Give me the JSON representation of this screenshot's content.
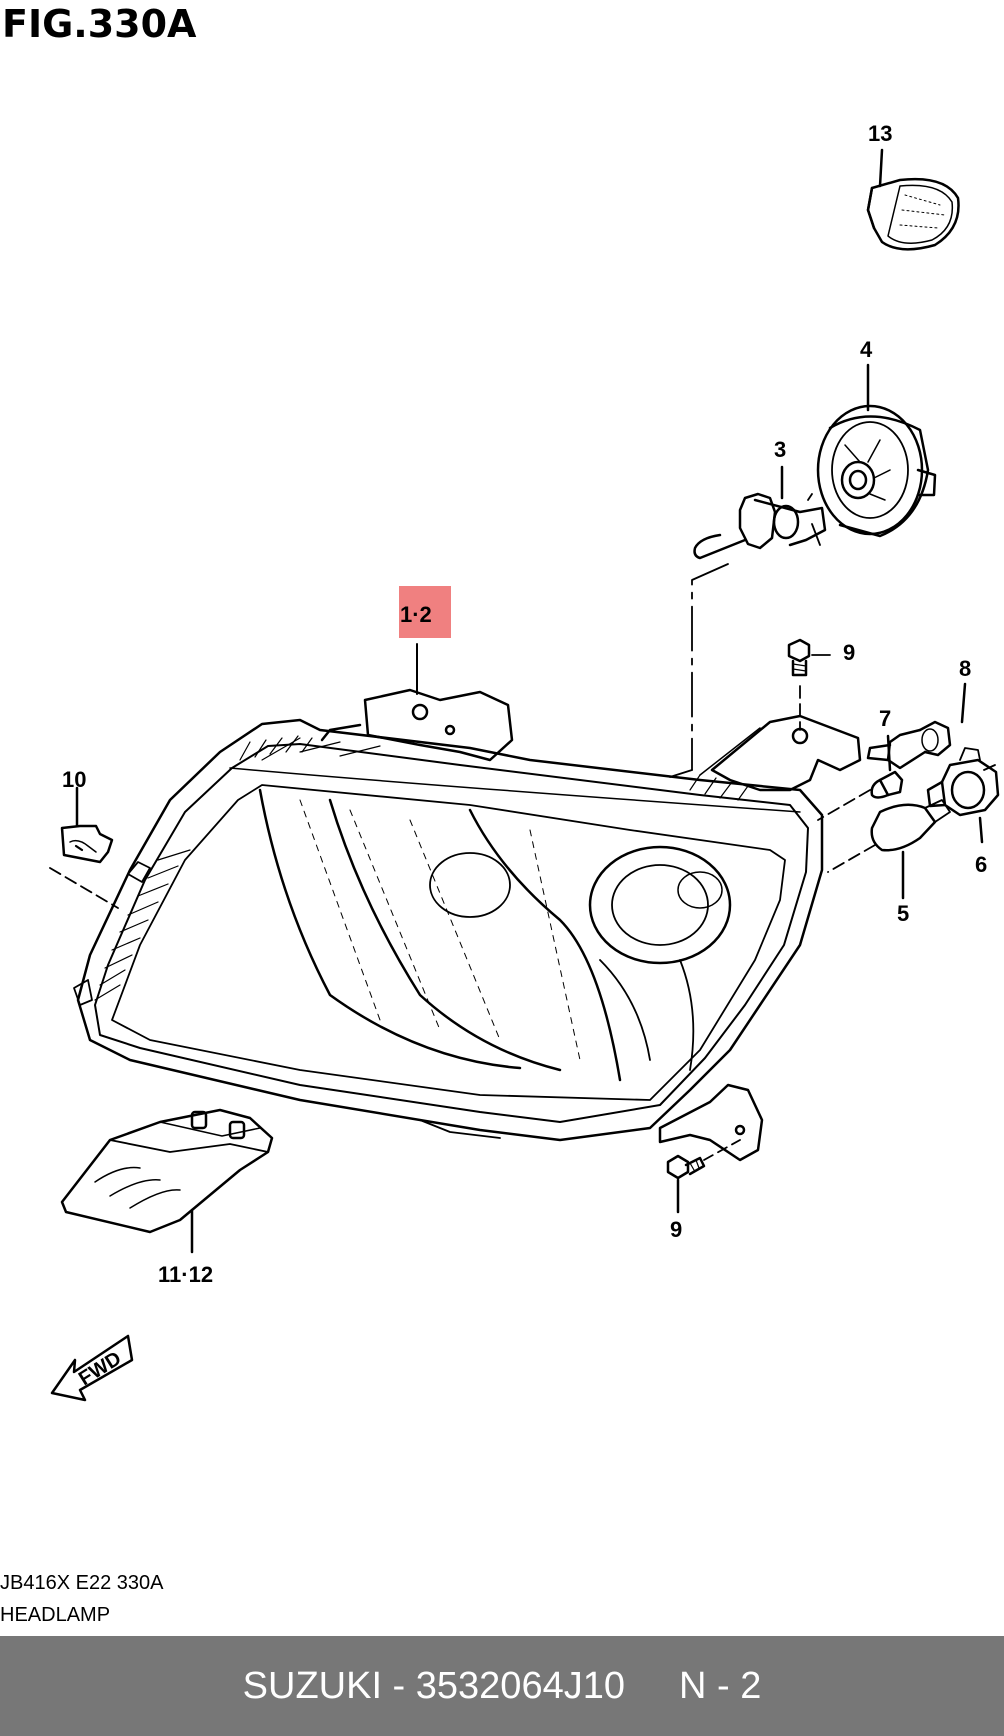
{
  "figure": {
    "title": "FIG.330A",
    "code": "JB416X E22 330A",
    "name": "HEADLAMP"
  },
  "callouts": {
    "c13": "13",
    "c4": "4",
    "c3": "3",
    "c12": "1·2",
    "c9a": "9",
    "c8": "8",
    "c7": "7",
    "c10": "10",
    "c6": "6",
    "c5": "5",
    "c9b": "9",
    "c1112": "11·12"
  },
  "direction_label": "FWD",
  "highlight_color": "#f08080",
  "footer": {
    "part": "SUZUKI - 3532064J10",
    "page": "N - 2"
  }
}
